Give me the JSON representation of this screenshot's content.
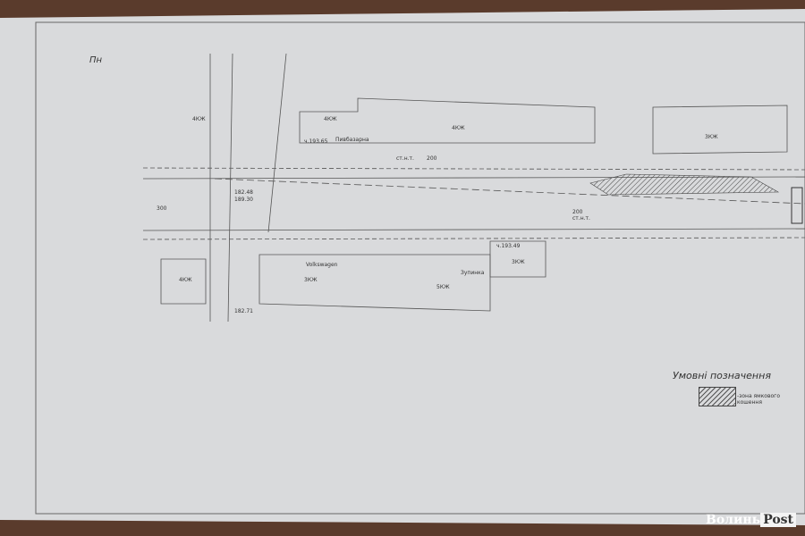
{
  "drawing": {
    "north_label": "Пн",
    "buildings": [
      "4КЖ",
      "4КЖ",
      "4КЖ",
      "3КЖ",
      "3КЖ",
      "5КЖ",
      "3КЖ",
      "4КЖ"
    ],
    "road_labels": [
      "ст.н.т.",
      "200",
      "200",
      "ст.н.т.",
      "300",
      "Пивбазарна",
      "Volkswagen",
      "Зупинка"
    ],
    "elevations": [
      "ч.193.65",
      "182.48",
      "189.30",
      "ч.193.49",
      "182.71"
    ]
  },
  "legend": {
    "title": "Умовні позначення",
    "item_label": "-зона ямкового кошення"
  },
  "watermark": {
    "brand": "Волинь",
    "suffix": "Post"
  }
}
